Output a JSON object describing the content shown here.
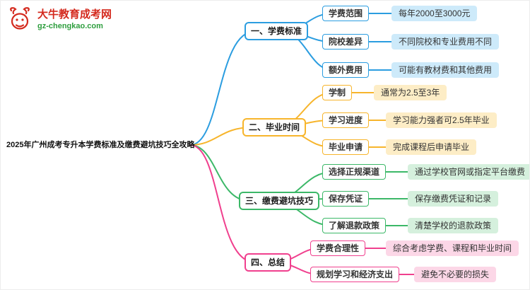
{
  "logo": {
    "site_name": "大牛教育成考网",
    "site_url": "gz-chengkao.com"
  },
  "central_topic": "2025年广州成考专升本学费标准及缴费避坑技巧全攻略",
  "colors": {
    "blue": "#2b9de0",
    "blue_light": "#cdeafa",
    "yellow": "#f7b52c",
    "yellow_light": "#fdedc6",
    "green": "#3cb868",
    "green_light": "#d5f0dd",
    "pink": "#f0408e",
    "pink_light": "#fcd7e7",
    "logo_red": "#d42a1e",
    "logo_green": "#2e9e3e"
  },
  "branches": [
    {
      "label": "一、学费标准",
      "color": "#2b9de0",
      "children": [
        {
          "label": "学费范围",
          "leaf": "每年2000至3000元"
        },
        {
          "label": "院校差异",
          "leaf": "不同院校和专业费用不同"
        },
        {
          "label": "额外费用",
          "leaf": "可能有教材费和其他费用"
        }
      ]
    },
    {
      "label": "二、毕业时间",
      "color": "#f7b52c",
      "children": [
        {
          "label": "学制",
          "leaf": "通常为2.5至3年"
        },
        {
          "label": "学习进度",
          "leaf": "学习能力强者可2.5年毕业"
        },
        {
          "label": "毕业申请",
          "leaf": "完成课程后申请毕业"
        }
      ]
    },
    {
      "label": "三、缴费避坑技巧",
      "color": "#3cb868",
      "children": [
        {
          "label": "选择正规渠道",
          "leaf": "通过学校官网或指定平台缴费"
        },
        {
          "label": "保存凭证",
          "leaf": "保存缴费凭证和记录"
        },
        {
          "label": "了解退款政策",
          "leaf": "清楚学校的退款政策"
        }
      ]
    },
    {
      "label": "四、总结",
      "color": "#f0408e",
      "children": [
        {
          "label": "学费合理性",
          "leaf": "综合考虑学费、课程和毕业时间"
        },
        {
          "label": "规划学习和经济支出",
          "leaf": "避免不必要的损失"
        }
      ]
    }
  ]
}
